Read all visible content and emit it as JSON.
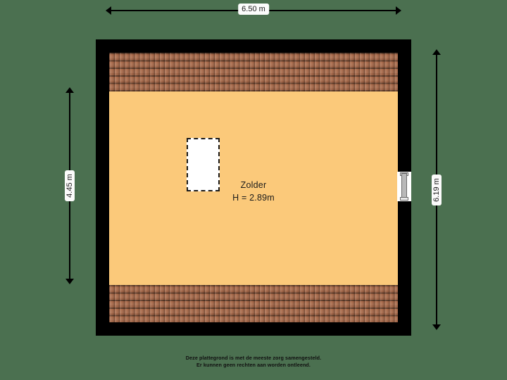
{
  "plan": {
    "room": {
      "name": "Zolder",
      "height_label": "H = 2.89m"
    },
    "dimensions": {
      "top": "6.50 m",
      "left": "4.45 m",
      "right": "6.19 m"
    },
    "features": {
      "void_opening_name": "stairwell-void",
      "window_name": "window-right-wall",
      "roof_top_name": "roof-slope-top",
      "roof_bottom_name": "roof-slope-bottom"
    }
  },
  "footer": {
    "line1": "Deze plattegrond is met de meeste zorg samengesteld.",
    "line2": "Er kunnen geen rechten aan worden ontleend."
  },
  "colors": {
    "background": "#4b7050",
    "wall": "#000000",
    "floor": "#fbc97a",
    "roof_tile": "#a96a4a",
    "dimension_line": "#000000",
    "label_text": "#1b1b1b"
  }
}
